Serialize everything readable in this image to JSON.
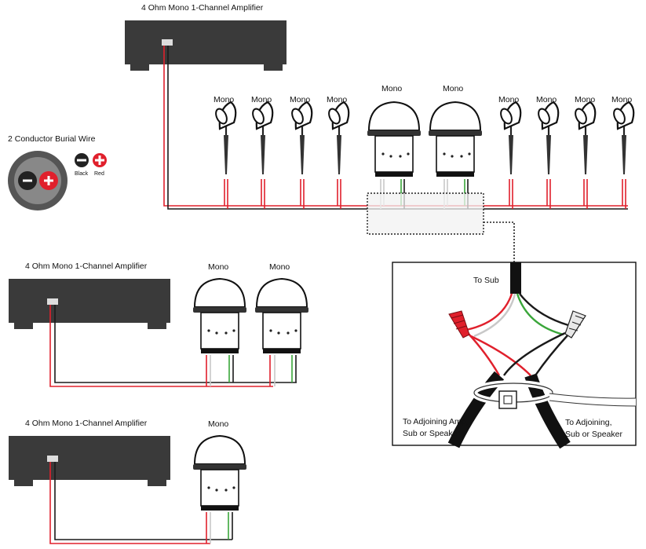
{
  "amplifiers": {
    "top": {
      "label": "4 Ohm Mono 1-Channel Amplifier"
    },
    "middle": {
      "label": "4 Ohm Mono 1-Channel Amplifier"
    },
    "bottom": {
      "label": "4 Ohm Mono 1-Channel Amplifier"
    }
  },
  "legend": {
    "title": "2 Conductor Burial Wire",
    "black_label": "Black",
    "red_label": "Red"
  },
  "speakers": {
    "label": "Mono",
    "top_row": [
      "Mono",
      "Mono",
      "Mono",
      "Mono",
      "Mono",
      "Mono",
      "Mono",
      "Mono",
      "Mono",
      "Mono"
    ],
    "middle_row": [
      "Mono",
      "Mono"
    ],
    "bottom_row": [
      "Mono"
    ]
  },
  "detail": {
    "to_sub": "To Sub",
    "to_amp_line1": "To Adjoining Amp,",
    "to_amp_line2": "Sub or Speaker",
    "to_adjoining_line1": "To Adjoining,",
    "to_adjoining_line2": "Sub or Speaker"
  },
  "colors": {
    "amp_body": "#3a3a3a",
    "wire_red": "#e0202c",
    "wire_black": "#1a1a1a",
    "wire_green": "#3aa63a",
    "wire_white": "#c8c8c8",
    "legend_ring": "#555555"
  },
  "icons": [
    "landscape-spot-speaker-icon",
    "bollard-speaker-icon",
    "amplifier-icon",
    "minus-icon",
    "plus-icon",
    "wire-nut-icon",
    "zip-tie-icon"
  ]
}
